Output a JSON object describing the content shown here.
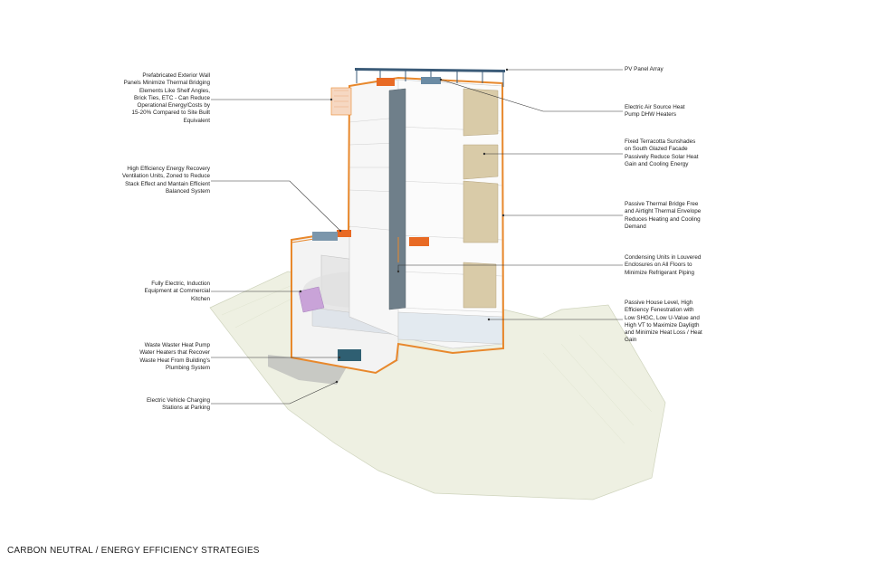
{
  "title": "CARBON NEUTRAL / ENERGY EFFICIENCY STRATEGIES",
  "colors": {
    "outline": "#e8882c",
    "core": "#6f7f8a",
    "terracotta": "#d8c9a6",
    "pv": "#3b5b78",
    "equipment_orange": "#e86a24",
    "equipment_blue": "#6b8ba4",
    "induction": "#c9a3d8",
    "heat_pump": "#2f5f72",
    "site": "#e9ecdd",
    "leader": "#333333"
  },
  "annotations_left": [
    {
      "id": "prefab",
      "text": "Prefabricated Exterior Wall\nPanels Minimize Thermal Bridging\nElements Like Shelf Angles,\nBrick Ties, ETC - Can Reduce\nOperational Energy/Costs by\n15-20% Compared to Site Built\nEquivalent"
    },
    {
      "id": "erv",
      "text": "High Efficiency Energy Recovery\nVentilation Units, Zoned to Reduce\nStack Effect and Mantain Efficient\nBalanced System"
    },
    {
      "id": "induction",
      "text": "Fully Electric, Induction\nEquipment at Commercial\nKitchen"
    },
    {
      "id": "waste-water",
      "text": "Waste Waster Heat Pump\nWater Heaters that Recover\nWaste Heat From Building's\nPlumbing System"
    },
    {
      "id": "ev",
      "text": "Electric Vehicle Charging\nStations at Parking"
    }
  ],
  "annotations_right": [
    {
      "id": "pv",
      "text": "PV Panel Array"
    },
    {
      "id": "dhw",
      "text": "Electric Air Source Heat\nPump DHW Heaters"
    },
    {
      "id": "sunshades",
      "text": "Fixed Terracotta Sunshades\non South Glazed Facade\nPassively Reduce Solar Heat\nGain and Cooling Energy"
    },
    {
      "id": "envelope",
      "text": "Passive Thermal Bridge Free\nand Airtight Thermal Envelope\nReduces Heating and Cooling\nDemand"
    },
    {
      "id": "condensing",
      "text": "Condensing Units in Louvered\nEnclosures on All Floors to\nMinimize Refrigerant Piping"
    },
    {
      "id": "fenestration",
      "text": "Passive House Level, High\nEfficiency Fenestration with\nLow SHGC, Low U-Value and\nHigh VT to Maximize Dayligth\nand Minimize Heat Loss / Heat\nGain"
    }
  ]
}
